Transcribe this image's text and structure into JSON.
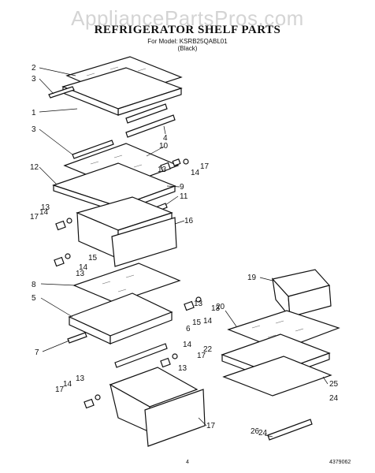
{
  "watermark": "AppliancePartsPros.com",
  "header": {
    "title": "REFRIGERATOR SHELF PARTS",
    "model_line": "For Model: KSRB25QABL01",
    "color_line": "(Black)"
  },
  "callouts": [
    "1",
    "2",
    "3",
    "4",
    "5",
    "6",
    "7",
    "8",
    "9",
    "10",
    "11",
    "12",
    "13",
    "14",
    "15",
    "16",
    "17",
    "19",
    "20",
    "22",
    "23",
    "24",
    "25",
    "26"
  ],
  "footer": {
    "page_number": "4",
    "doc_number": "4379062"
  }
}
